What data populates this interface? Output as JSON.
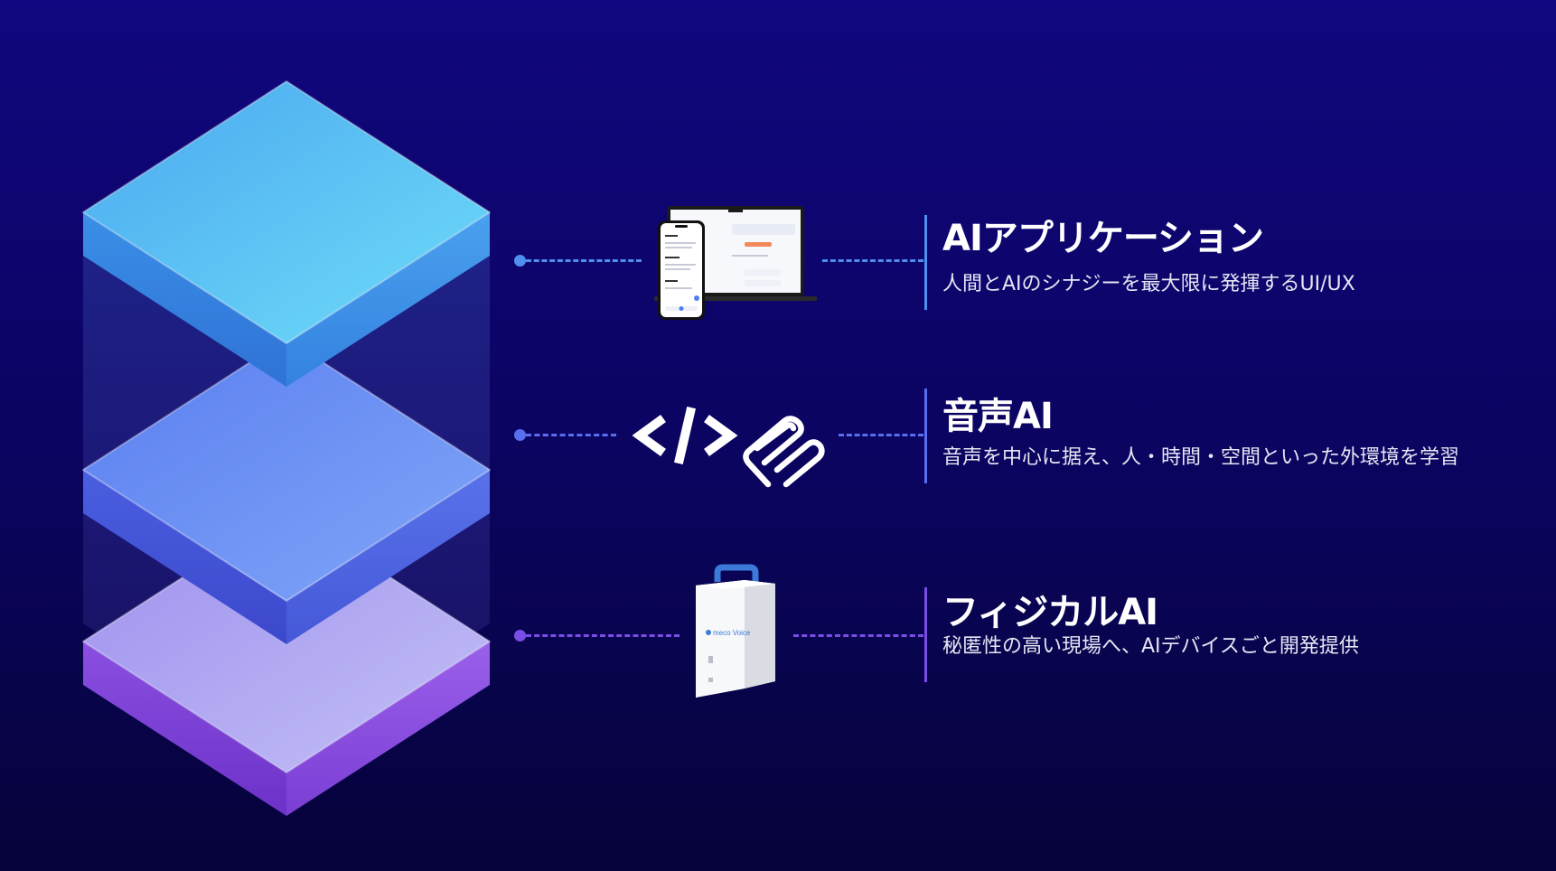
{
  "layers": [
    {
      "title": "AIアプリケーション",
      "description": "人間とAIのシナジーを最大限に発揮するUI/UX",
      "icon": "devices-icon",
      "color": "#4f8ff0"
    },
    {
      "title": "音声AI",
      "description": "音声を中心に据え、人・時間・空間といった外環境を学習",
      "icon": "code-and-logo-icon",
      "color": "#5a6ef0"
    },
    {
      "title": "フィジカルAI",
      "description": "秘匿性の高い現場へ、AIデバイスごと開発提供",
      "icon": "ai-device-box-icon",
      "color": "#7a4de6"
    }
  ],
  "device_label": "meco Voice",
  "colors": {
    "background_top": "#10067f",
    "background_bottom": "#06033a",
    "layer_top": "#5bc8f4",
    "layer_middle": "#6a8df4",
    "layer_bottom": "#b1a9f2"
  }
}
